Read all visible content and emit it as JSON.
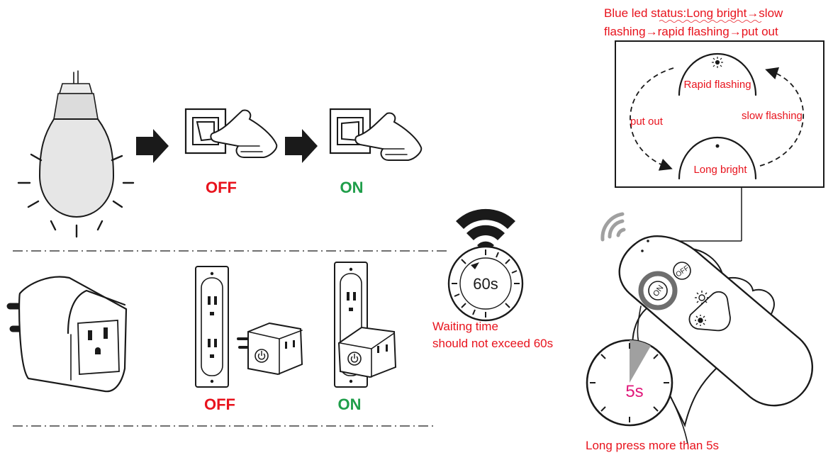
{
  "header": {
    "status_line1": "Blue led status:Long bright→slow",
    "status_line2": "flashing→rapid flashing→put out"
  },
  "cycle": {
    "rapid": "Rapid flashing",
    "slow": "slow flashing",
    "put_out": "put out",
    "long_bright": "Long bright"
  },
  "bulb_row": {
    "off_label": "OFF",
    "on_label": "ON"
  },
  "plug_row": {
    "off_label": "OFF",
    "on_label": "ON"
  },
  "timer": {
    "value": "60s",
    "caption_line1": "Waiting time",
    "caption_line2": "should not exceed 60s"
  },
  "remote": {
    "on_button": "ON",
    "off_button": "OFF",
    "press_value": "5s",
    "press_caption": "Long press more than 5s"
  },
  "colors": {
    "red": "#e8131d",
    "green": "#1f9e4a",
    "magenta": "#e0177a",
    "grey": "#a0a0a0"
  }
}
